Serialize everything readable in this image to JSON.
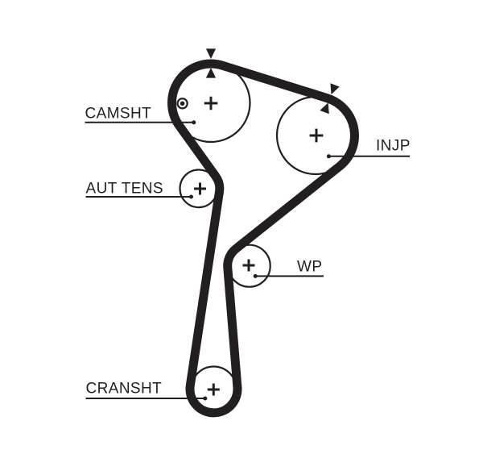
{
  "diagram": {
    "kind": "timing-belt-routing-diagram",
    "background_color": "#ffffff",
    "ink_color": "#231f20"
  },
  "pulleys": [
    {
      "id": "camshaft-pulley",
      "label": "CAMSHT"
    },
    {
      "id": "injection-pump-pulley",
      "label": "INJP"
    },
    {
      "id": "water-pump-pulley",
      "label": "WP"
    },
    {
      "id": "crankshaft-pulley",
      "label": "CRANSHT"
    },
    {
      "id": "auto-tensioner-pulley",
      "label": "AUT TENS"
    }
  ],
  "labels": {
    "camshaft": "CAMSHT",
    "auto_tensioner": "AUT TENS",
    "water_pump": "WP",
    "injection_pump": "INJP",
    "crankshaft": "CRANSHT"
  },
  "markers": {
    "camshaft_timing_arrows": "two opposing triangles at top of camshaft pulley",
    "injection_pump_timing_arrows": "two opposing triangles at upper right of injection pump pulley",
    "camshaft_index_mark": "circled dot left of camshaft pulley center"
  }
}
